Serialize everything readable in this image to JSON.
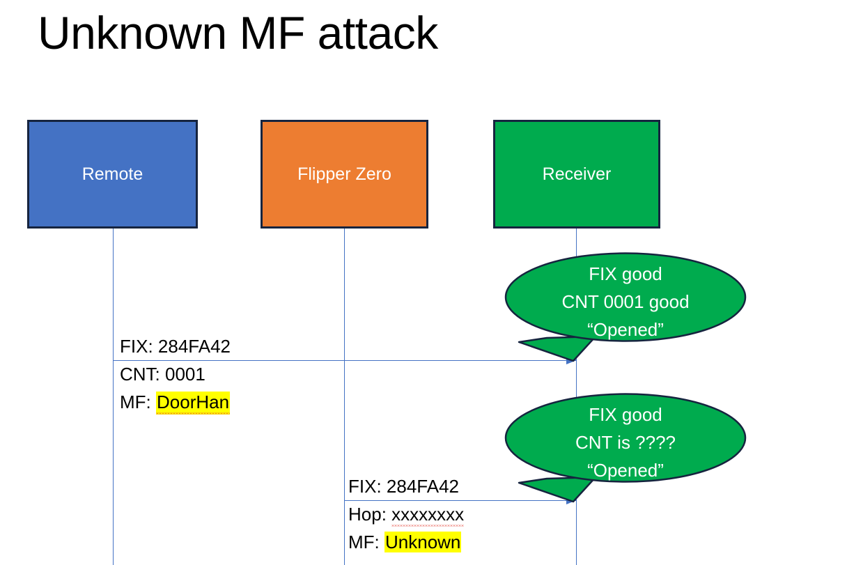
{
  "slide": {
    "title": "Unknown MF attack"
  },
  "actors": [
    {
      "id": "remote",
      "label": "Remote",
      "color": "#4472c4"
    },
    {
      "id": "flipper",
      "label": "Flipper Zero",
      "color": "#ed7d31"
    },
    {
      "id": "receiver",
      "label": "Receiver",
      "color": "#00ab4e"
    }
  ],
  "messages": [
    {
      "id": "msg-remote-to-receiver",
      "from": "remote",
      "to": "receiver",
      "lines": [
        "FIX: 284FA42",
        "CNT: 0001",
        "MF: DoorHan"
      ],
      "line1": "FIX: 284FA42",
      "line2": "CNT: 0001",
      "line3_prefix": "MF: ",
      "line3_value": "DoorHan",
      "line3_highlighted": true,
      "line3_spellcheck_error": true
    },
    {
      "id": "msg-flipper-to-receiver",
      "from": "flipper",
      "to": "receiver",
      "lines": [
        "FIX: 284FA42",
        "Hop: xxxxxxxx",
        "MF: Unknown"
      ],
      "line1": "FIX: 284FA42",
      "line2_prefix": "Hop: ",
      "line2_value": "xxxxxxxx",
      "line2_spellcheck_error": true,
      "line3_prefix": "MF: ",
      "line3_value": "Unknown",
      "line3_highlighted": true
    }
  ],
  "bubbles": [
    {
      "id": "bubble-receiver-1",
      "line1": "FIX good",
      "line2": "CNT 0001 good",
      "line3": "“Opened”",
      "color": "#00ab4e"
    },
    {
      "id": "bubble-receiver-2",
      "line1": "FIX good",
      "line2": "CNT is ????",
      "line3": "“Opened”",
      "color": "#00ab4e"
    }
  ],
  "colors": {
    "remote_blue": "#4472c4",
    "flipper_orange": "#ed7d31",
    "receiver_green": "#00ab4e",
    "outline_navy": "#16243f",
    "highlight_yellow": "#ffff00",
    "spellcheck_red": "#e23a2e",
    "text_black": "#000000",
    "background": "#ffffff"
  }
}
